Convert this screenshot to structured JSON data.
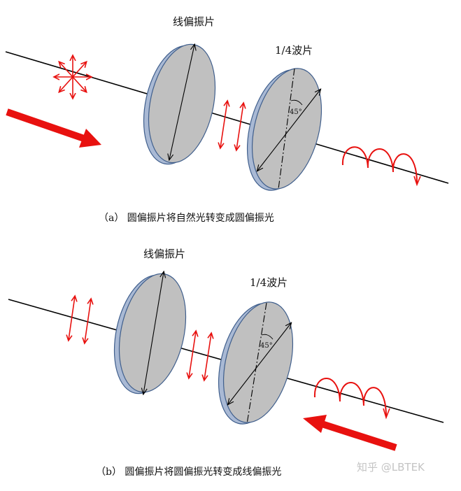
{
  "colors": {
    "accent": "#e8110f",
    "plate_fill": "#c0c0c0",
    "plate_edge": "#a9b9d4",
    "plate_stroke": "#3f5e8c",
    "axis": "#000000"
  },
  "diagram_a": {
    "polarizer_label": "线偏振片",
    "waveplate_label": "1/4波片",
    "angle_label": "45°",
    "caption": "（a） 圆偏振片将自然光转变成圆偏振光"
  },
  "diagram_b": {
    "polarizer_label": "线偏振片",
    "waveplate_label": "1/4波片",
    "angle_label": "45°",
    "caption": "（b） 圆偏振片将圆偏振光转变成线偏振光"
  },
  "watermark": "知乎 @LBTEK"
}
